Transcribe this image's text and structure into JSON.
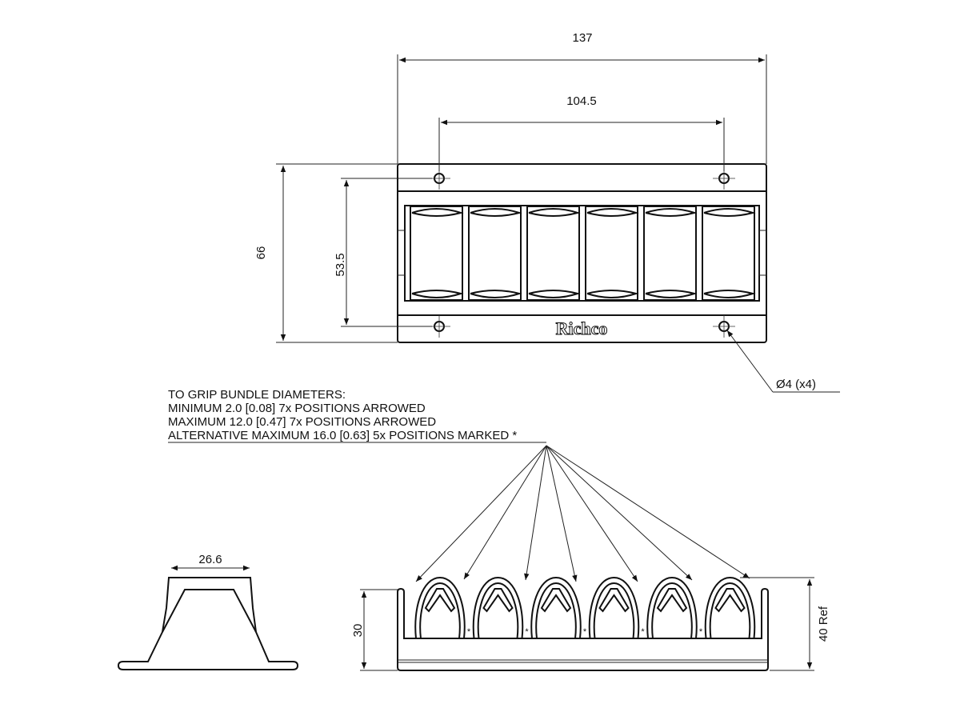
{
  "drawing": {
    "top_view": {
      "overall_length": "137",
      "hole_pitch_x": "104.5",
      "overall_width": "66",
      "hole_pitch_y": "53.5",
      "hole_callout": "Ø4  (x4)",
      "logo": "Richco",
      "cavity_count": 6
    },
    "notes": [
      "TO GRIP BUNDLE DIAMETERS:",
      "MINIMUM 2.0 [0.08] 7x POSITIONS ARROWED",
      "MAXIMUM 12.0 [0.47] 7x POSITIONS ARROWED",
      "ALTERNATIVE MAXIMUM 16.0 [0.63] 5x POSITIONS MARKED *"
    ],
    "front_view": {
      "base_height": "30",
      "overall_height": "40 Ref",
      "marker": "*"
    },
    "side_view": {
      "top_width": "26.6"
    }
  }
}
